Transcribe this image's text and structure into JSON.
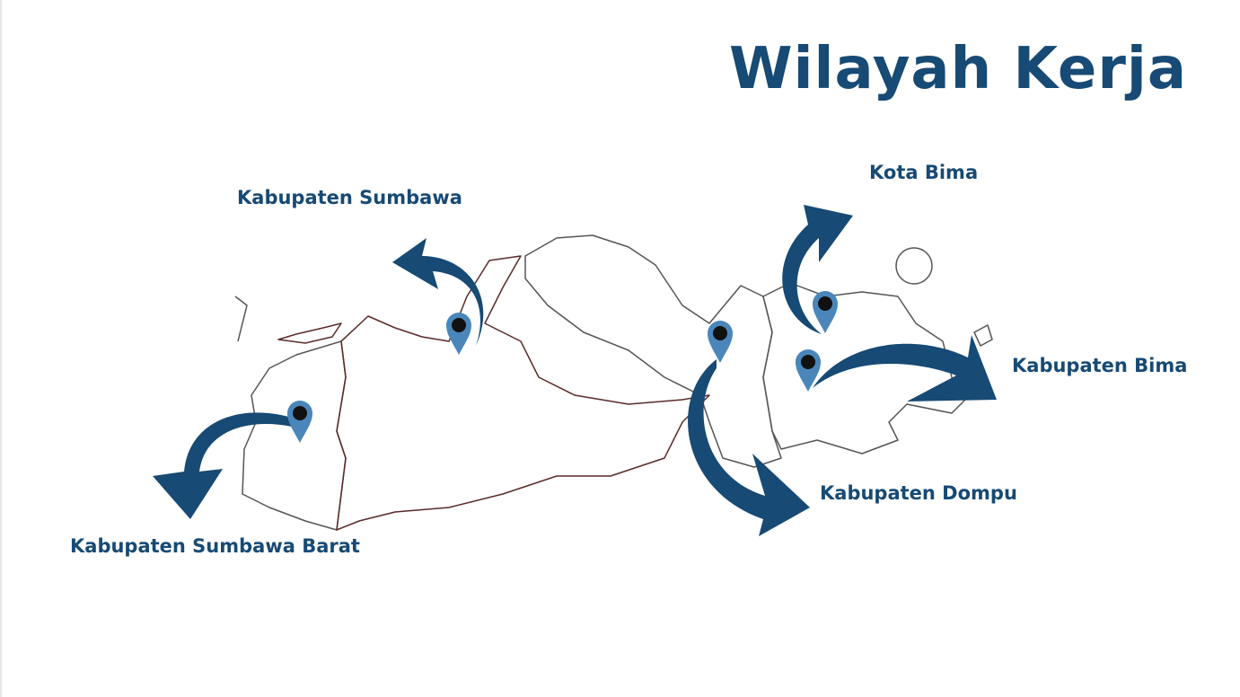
{
  "title": "Wilayah Kerja",
  "regions": [
    {
      "name": "Kabupaten Sumbawa"
    },
    {
      "name": "Kabupaten Sumbawa Barat"
    },
    {
      "name": "Kota Bima"
    },
    {
      "name": "Kabupaten Bima"
    },
    {
      "name": "Kabupaten Dompu"
    }
  ],
  "colors": {
    "primary": "#174a74",
    "pin": "#4a86ba",
    "outline": "#555555",
    "outline_sumbawa": "#5a2a2a"
  }
}
